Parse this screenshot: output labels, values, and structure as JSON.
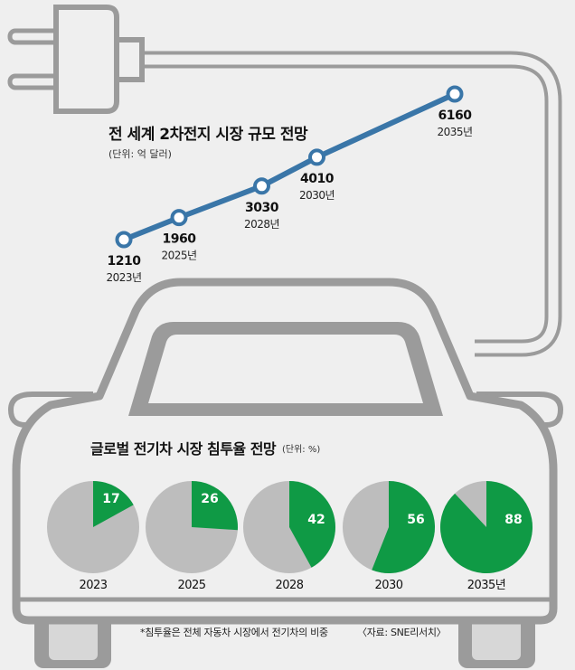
{
  "line_title": "전 세계 2차전지 시장 규모 전망",
  "line_unit": "(단위: 억 달러)",
  "pie_title": "글로벌 전기차 시장 침투율 전망",
  "pie_unit": "(단위: %)",
  "footnote": "*침투율은 전체 자동차 시장에서 전기차의 비중",
  "source": "〈자료: SNE리서치〉",
  "colors": {
    "line": "#3a76a8",
    "car": "#9b9b9b",
    "pie_green": "#0f9a45",
    "pie_gray": "#bdbdbd",
    "bg": "#efefef"
  },
  "chart_data": [
    {
      "type": "line",
      "title": "전 세계 2차전지 시장 규모 전망",
      "unit": "억 달러",
      "x": [
        "2023년",
        "2025년",
        "2028년",
        "2030년",
        "2035년"
      ],
      "values": [
        1210,
        1960,
        3030,
        4010,
        6160
      ],
      "value_labels": [
        "1210",
        "1960",
        "3030",
        "4010",
        "6160"
      ]
    },
    {
      "type": "pie",
      "title": "글로벌 전기차 시장 침투율 전망",
      "unit": "%",
      "categories": [
        "2023",
        "2025",
        "2028",
        "2030",
        "2035년"
      ],
      "values": [
        17,
        26,
        42,
        56,
        88
      ],
      "value_labels": [
        "17",
        "26",
        "42",
        "56",
        "88"
      ]
    }
  ]
}
